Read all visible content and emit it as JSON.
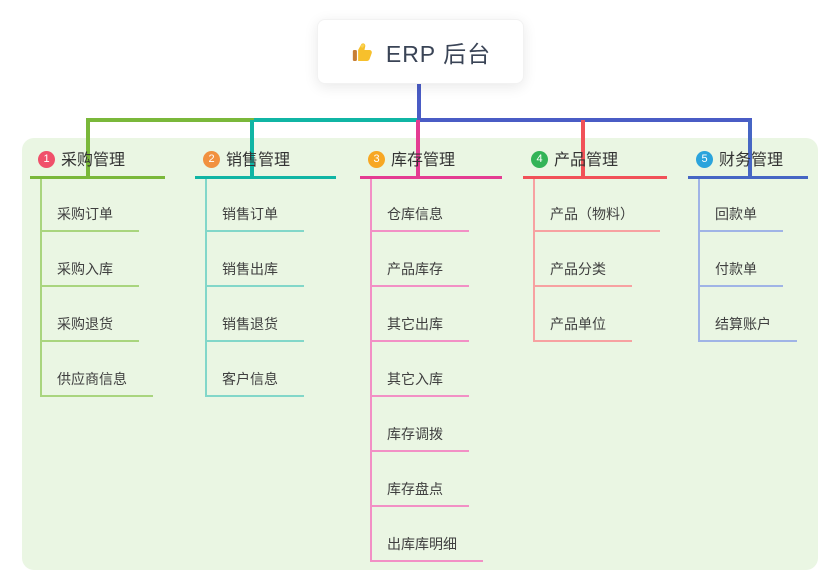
{
  "root": {
    "label": "ERP 后台",
    "icon": "thumbs-up"
  },
  "colors": {
    "panel_bg": "#eaf6e3",
    "root_connector": "#4a5cc5"
  },
  "branches": [
    {
      "badge": "1",
      "label": "采购管理",
      "badge_color": "#f0506a",
      "line_color": "#7ab83a",
      "child_line_color": "#a9d57e",
      "children": [
        "采购订单",
        "采购入库",
        "采购退货",
        "供应商信息"
      ]
    },
    {
      "badge": "2",
      "label": "销售管理",
      "badge_color": "#f1913f",
      "line_color": "#10b5a4",
      "child_line_color": "#82d7c9",
      "children": [
        "销售订单",
        "销售出库",
        "销售退货",
        "客户信息"
      ]
    },
    {
      "badge": "3",
      "label": "库存管理",
      "badge_color": "#f7a723",
      "line_color": "#e43c92",
      "child_line_color": "#f290c5",
      "children": [
        "仓库信息",
        "产品库存",
        "其它出库",
        "其它入库",
        "库存调拨",
        "库存盘点",
        "出库库明细"
      ]
    },
    {
      "badge": "4",
      "label": "产品管理",
      "badge_color": "#33b457",
      "line_color": "#f15158",
      "child_line_color": "#f7a1a1",
      "children": [
        "产品（物料）",
        "产品分类",
        "产品单位"
      ]
    },
    {
      "badge": "5",
      "label": "财务管理",
      "badge_color": "#2ba4dc",
      "line_color": "#4666c4",
      "child_line_color": "#a0b4e6",
      "children": [
        "回款单",
        "付款单",
        "结算账户"
      ]
    }
  ]
}
